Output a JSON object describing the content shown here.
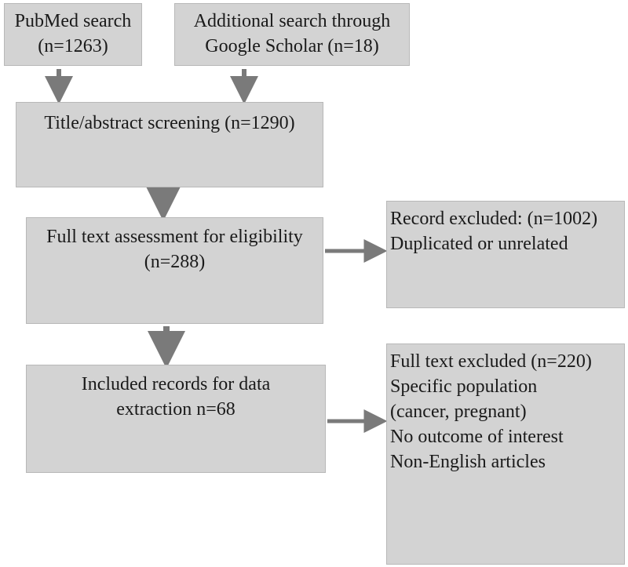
{
  "diagram": {
    "nodes": {
      "pubmed": {
        "lines": [
          "PubMed search",
          "(n=1263)"
        ]
      },
      "scholar": {
        "lines": [
          "Additional search through",
          "Google Scholar (n=18)"
        ]
      },
      "screening": {
        "lines": [
          "Title/abstract screening (n=1290)"
        ]
      },
      "fulltext": {
        "lines": [
          "Full text assessment for eligibility",
          "(n=288)"
        ]
      },
      "included": {
        "lines": [
          "Included records for data",
          "extraction n=68"
        ]
      },
      "excluded_records": {
        "lines": [
          "Record excluded: (n=1002)",
          "Duplicated or unrelated"
        ]
      },
      "excluded_fulltext": {
        "lines": [
          "Full text excluded (n=220)",
          "Specific population",
          "(cancer, pregnant)",
          "No outcome of interest",
          "Non-English articles"
        ]
      }
    },
    "edges": [
      {
        "from": "pubmed",
        "to": "screening"
      },
      {
        "from": "scholar",
        "to": "screening"
      },
      {
        "from": "screening",
        "to": "fulltext"
      },
      {
        "from": "fulltext",
        "to": "included"
      },
      {
        "from": "fulltext",
        "to": "excluded_records"
      },
      {
        "from": "included",
        "to": "excluded_fulltext"
      }
    ],
    "colors": {
      "box_fill": "#d3d3d3",
      "arrow": "#7a7a7a",
      "text": "#1a1a1a"
    }
  }
}
